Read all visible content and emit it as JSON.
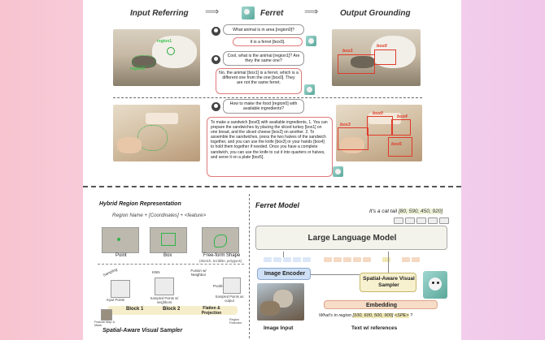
{
  "top": {
    "header_input": "Input Referring",
    "header_model": "Ferret",
    "header_output": "Output Grounding",
    "row1": {
      "q1": "What animal is in area [region0]?",
      "a1": "It is a ferret [box0].",
      "q2": "Cool, what is the animal [region1]? Are they the same one?",
      "a2": "No, the animal [box1] is a ferret, which is a different one from the one [box0]. They are not the same ferret.",
      "region0": "region0",
      "region1": "region1",
      "box1": "box1",
      "box0": "box0"
    },
    "row2": {
      "q": "How to make the food [region0] with available ingredients?",
      "a": "To make a sandwich [box0] with available ingredients, 1. You can prepare the sandwiches by placing the sliced turkey [box1] on one bread, and the sliced cheese [box2] on another. 2. To assemble the sandwiches, press the two halves of the sandwich together, and you can use the knife [box3] or your hands [box4] to hold them together if needed. Once you have a complete sandwich, you can use the knife to cut it into quarters or halves, and serve it on a plate [box5].",
      "region0": "region0",
      "boxes": [
        "box0",
        "box1",
        "box2",
        "box3",
        "box4",
        "box5"
      ]
    }
  },
  "bottom_left": {
    "title": "Hybrid Region Representation",
    "formula": "Region Name + [Coordinates] + <feature>",
    "shapes": [
      "Point",
      "Box",
      "Free-form Shape"
    ],
    "shape_note": "(Sketch, Scribble, polygons)",
    "sampler_title": "Spatial-Aware Visual Sampler",
    "labels": {
      "sampling": "Sampling",
      "knn": "KNN",
      "fusion": "Fusion w/ Neighbor",
      "pooling": "Pooling",
      "input_points": "Input Points",
      "sampled_neighbors": "Sampled Points w/ neighbors",
      "sampled_output": "Sampled Points as output",
      "block1": "Block 1",
      "block2": "Block 2",
      "flatten": "Flatten & Projection",
      "feature_map": "Feature Map & Mask",
      "region_features": "Region Features"
    }
  },
  "bottom_right": {
    "title": "Ferret Model",
    "output_text": "It's a cat tail",
    "output_coords": "[80, 590, 450, 920]",
    "llm": "Large Language Model",
    "image_encoder": "Image Encoder",
    "sampler": "Spatial-Aware Visual Sampler",
    "embedding": "Embedding",
    "query": "What's in region",
    "query_coords": "[100, 600, 500, 900]",
    "query_spe": "<SPE>",
    "query_end": "?",
    "image_input": "Image Input",
    "text_input": "Text w/ references"
  },
  "colors": {
    "red": "#d23a2a",
    "olive": "#a39a1c",
    "llm_fill": "#f3f3ec",
    "encoder_fill": "#cfe0f6",
    "sampler_fill": "#f7f1cf",
    "embedding_fill": "#f7dcc7"
  }
}
